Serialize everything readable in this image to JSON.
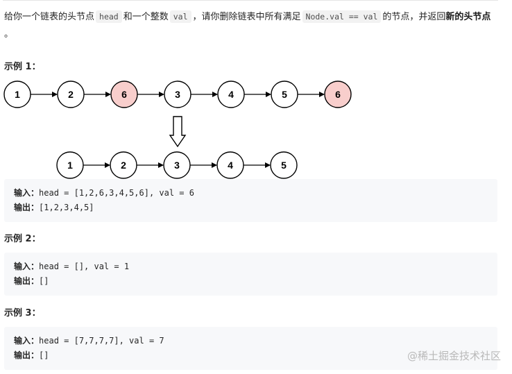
{
  "intro": {
    "t1": "给你一个链表的头节点",
    "c1": "head",
    "t2": "和一个整数",
    "c2": "val",
    "t3": "，请你删除链表中所有满足",
    "c3": "Node.val == val",
    "t4": "的节点，并返回",
    "bold": "新的头节点",
    "t5": "。"
  },
  "examples": [
    {
      "title": "示例 1：",
      "input_label": "输入：",
      "input_value": "head = [1,2,6,3,4,5,6], val = 6",
      "output_label": "输出：",
      "output_value": "[1,2,3,4,5]"
    },
    {
      "title": "示例 2：",
      "input_label": "输入：",
      "input_value": "head = [], val = 1",
      "output_label": "输出：",
      "output_value": "[]"
    },
    {
      "title": "示例 3：",
      "input_label": "输入：",
      "input_value": "head = [7,7,7,7], val = 7",
      "output_label": "输出：",
      "output_value": "[]"
    }
  ],
  "diagram": {
    "before": [
      {
        "label": "1",
        "removed": false
      },
      {
        "label": "2",
        "removed": false
      },
      {
        "label": "6",
        "removed": true
      },
      {
        "label": "3",
        "removed": false
      },
      {
        "label": "4",
        "removed": false
      },
      {
        "label": "5",
        "removed": false
      },
      {
        "label": "6",
        "removed": true
      }
    ],
    "after": [
      "1",
      "2",
      "3",
      "4",
      "5"
    ]
  },
  "colors": {
    "removed_fill": "#f8cecc",
    "node_fill": "#ffffff",
    "stroke": "#000000"
  },
  "watermark": "@稀土掘金技术社区"
}
